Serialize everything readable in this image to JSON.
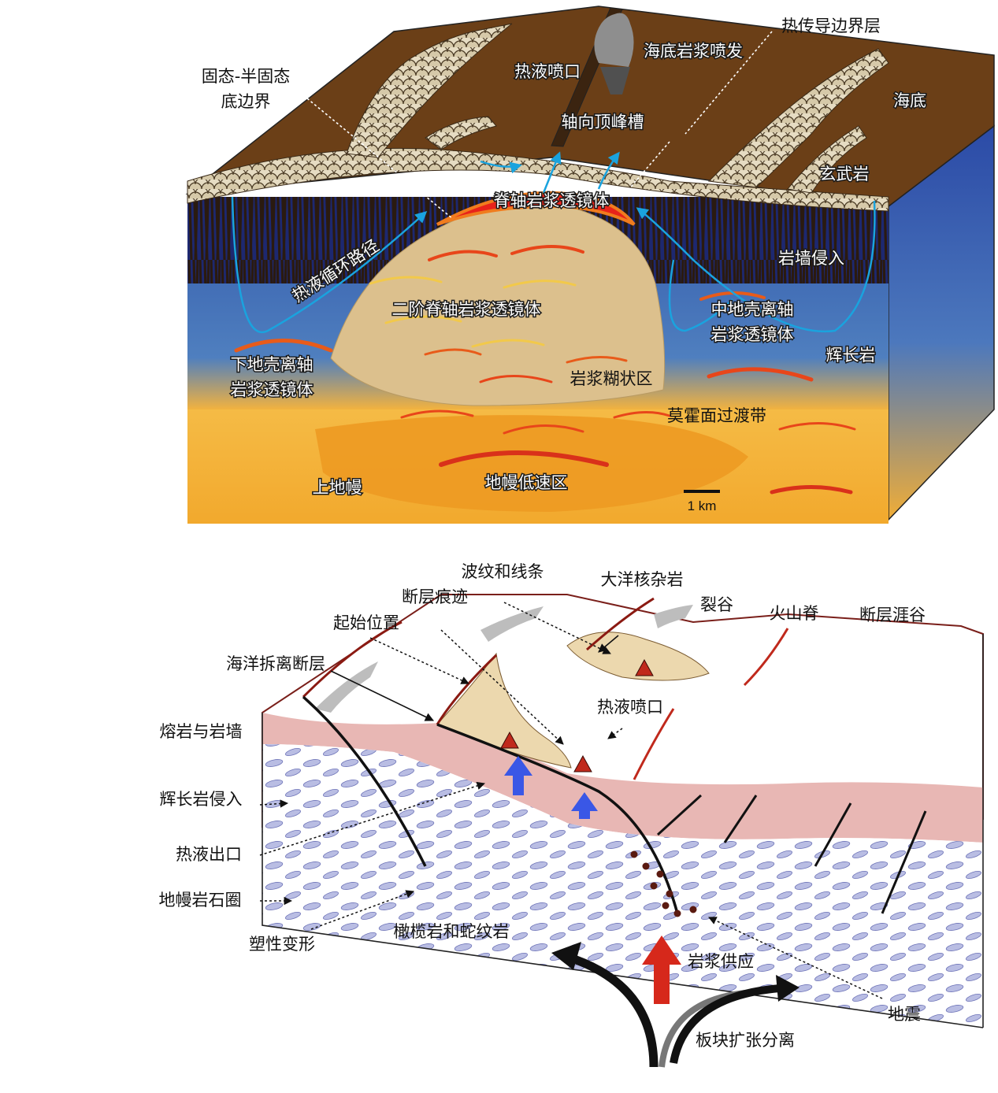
{
  "top_block": {
    "labels": {
      "solid_boundary_1": "固态-半固态",
      "solid_boundary_2": "底边界",
      "hydrothermal_vent": "热液喷口",
      "seafloor_eruption": "海底岩浆喷发",
      "thermal_boundary": "热传导边界层",
      "seafloor": "海底",
      "axial_trough": "轴向顶峰槽",
      "basalt": "玄武岩",
      "axial_melt_lens": "脊轴岩浆透镜体",
      "hydrothermal_path": "热液循环路径",
      "dike_intrusion": "岩墙侵入",
      "secondary_lens": "二阶脊轴岩浆透镜体",
      "mid_crust_lens_1": "中地壳离轴",
      "mid_crust_lens_2": "岩浆透镜体",
      "gabbro": "辉长岩",
      "lower_crust_lens_1": "下地壳离轴",
      "lower_crust_lens_2": "岩浆透镜体",
      "mush_zone": "岩浆糊状区",
      "moho": "莫霍面过渡带",
      "upper_mantle": "上地幔",
      "low_velocity_zone": "地幔低速区",
      "scale": "1 km"
    }
  },
  "bottom_block": {
    "labels": {
      "ripples": "波纹和线条",
      "oceanic_core_complex": "大洋核杂岩",
      "fault_trace": "断层痕迹",
      "rift": "裂谷",
      "volcanic_ridge": "火山脊",
      "fault_valley": "断层涯谷",
      "start_position": "起始位置",
      "detachment_fault": "海洋拆离断层",
      "hydrothermal_vent": "热液喷口",
      "lava_dikes": "熔岩与岩墙",
      "gabbro_intrusion": "辉长岩侵入",
      "hydrothermal_outlet": "热液出口",
      "mantle_lithosphere": "地幔岩石圈",
      "plastic_deformation": "塑性变形",
      "peridotite": "橄榄岩和蛇纹岩",
      "magma_supply": "岩浆供应",
      "earthquake": "地震",
      "plate_separation": "板块扩张分离"
    }
  },
  "colors": {
    "seafloor_brown": "#6b3f17",
    "crust_blue": "#3f6db5",
    "dark_blue": "#1c2f8a",
    "mantle_orange": "#f3ae34",
    "mush_tan": "#dcc08d",
    "melt_red": "#e8231a",
    "fluid_cyan": "#1aa3de",
    "pale_pink": "#e8b7b4",
    "gabbro_lilac": "#b9bde3",
    "arrow_blue": "#3a57e6",
    "fault_red": "#8b1a12"
  }
}
